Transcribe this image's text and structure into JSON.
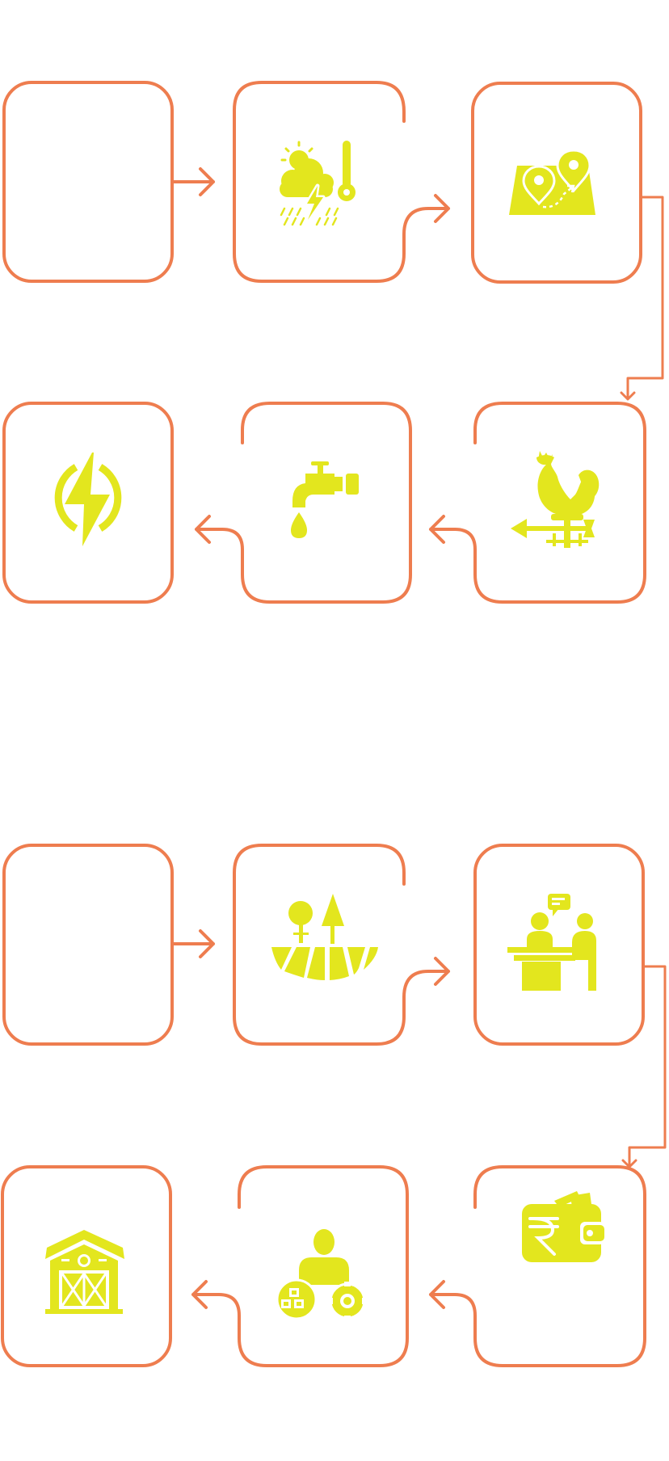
{
  "colors": {
    "outline": "#EE7D4F",
    "icon": "#E3E61E",
    "background": "#FFFFFF"
  },
  "flows": [
    {
      "name": "flow-1",
      "steps": [
        {
          "id": "step-1",
          "icon": ""
        },
        {
          "id": "step-2",
          "icon": "weather-icon"
        },
        {
          "id": "step-3",
          "icon": "map-route-icon"
        },
        {
          "id": "step-4",
          "icon": "weathervane-icon"
        },
        {
          "id": "step-5",
          "icon": "water-tap-icon"
        },
        {
          "id": "step-6",
          "icon": "energy-icon"
        }
      ]
    },
    {
      "name": "flow-2",
      "steps": [
        {
          "id": "step-1",
          "icon": ""
        },
        {
          "id": "step-2",
          "icon": "land-tree-icon"
        },
        {
          "id": "step-3",
          "icon": "consultation-icon"
        },
        {
          "id": "step-4",
          "icon": "rupee-wallet-icon"
        },
        {
          "id": "step-5",
          "icon": "farmer-supply-icon"
        },
        {
          "id": "step-6",
          "icon": "barn-icon"
        }
      ]
    }
  ]
}
